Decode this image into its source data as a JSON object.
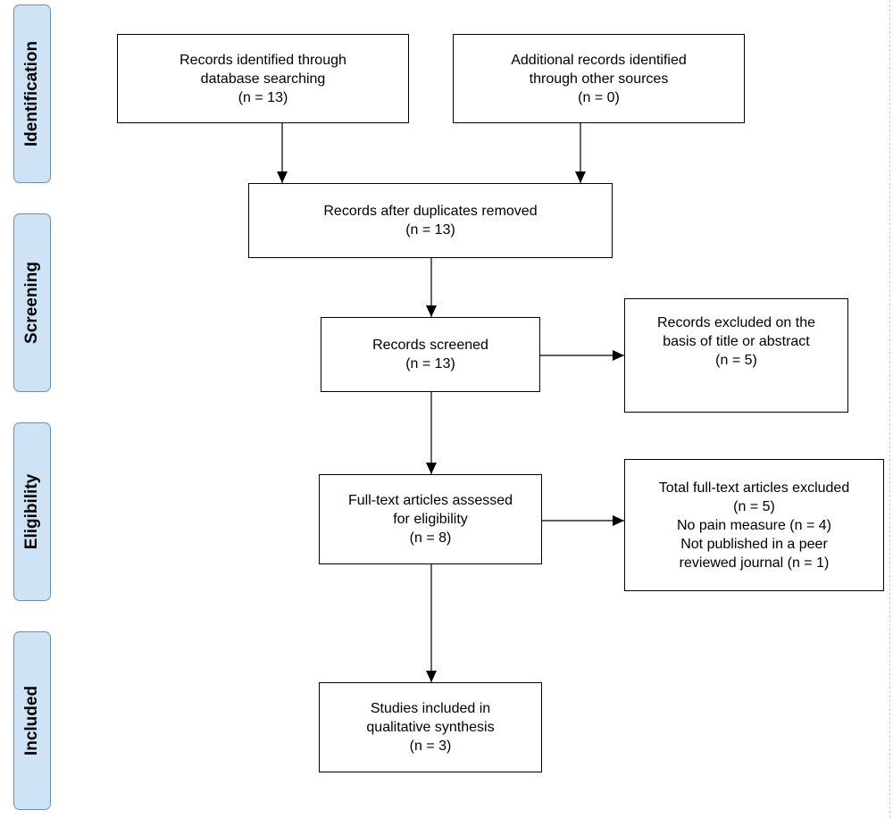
{
  "phases": {
    "identification": "Identification",
    "screening": "Screening",
    "eligibility": "Eligibility",
    "included": "Included"
  },
  "boxes": {
    "database_search": [
      "Records identified through",
      "database searching",
      "(n = 13)"
    ],
    "other_sources": [
      "Additional records identified",
      "through other sources",
      "(n = 0)"
    ],
    "duplicates_removed": [
      "Records after duplicates removed",
      "(n = 13)"
    ],
    "screened": [
      "Records screened",
      "(n = 13)"
    ],
    "excluded_title_abstract": [
      "Records excluded on the",
      "basis of title or abstract",
      "(n = 5)"
    ],
    "full_text_assessed": [
      "Full-text articles assessed",
      "for eligibility",
      "(n = 8)"
    ],
    "full_text_excluded": [
      "Total full-text articles excluded",
      "(n = 5)",
      "No pain measure (n = 4)",
      "Not published in a peer",
      "reviewed journal (n = 1)"
    ],
    "included_studies": [
      "Studies included in",
      "qualitative synthesis",
      "(n = 3)"
    ]
  }
}
